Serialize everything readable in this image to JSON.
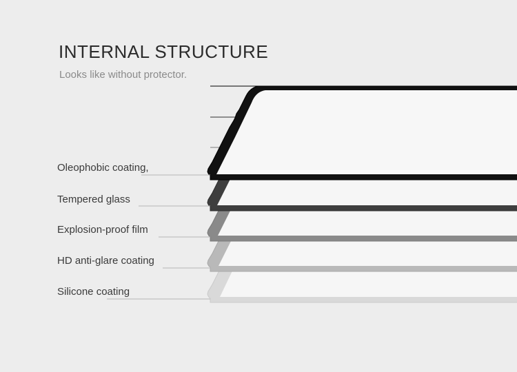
{
  "header": {
    "title": "INTERNAL STRUCTURE",
    "subtitle": "Looks like without protector."
  },
  "layers": [
    {
      "label": "Oleophobic coating,"
    },
    {
      "label": "Tempered glass"
    },
    {
      "label": "Explosion-proof film"
    },
    {
      "label": "HD anti-glare coating"
    },
    {
      "label": "Silicone coating"
    }
  ],
  "colors": {
    "background": "#ededed",
    "frame_dark": "#111111",
    "frame_light": "#cfcfcf",
    "inner_face": "#f7f7f7",
    "leader_line": "#b5b5b5"
  }
}
